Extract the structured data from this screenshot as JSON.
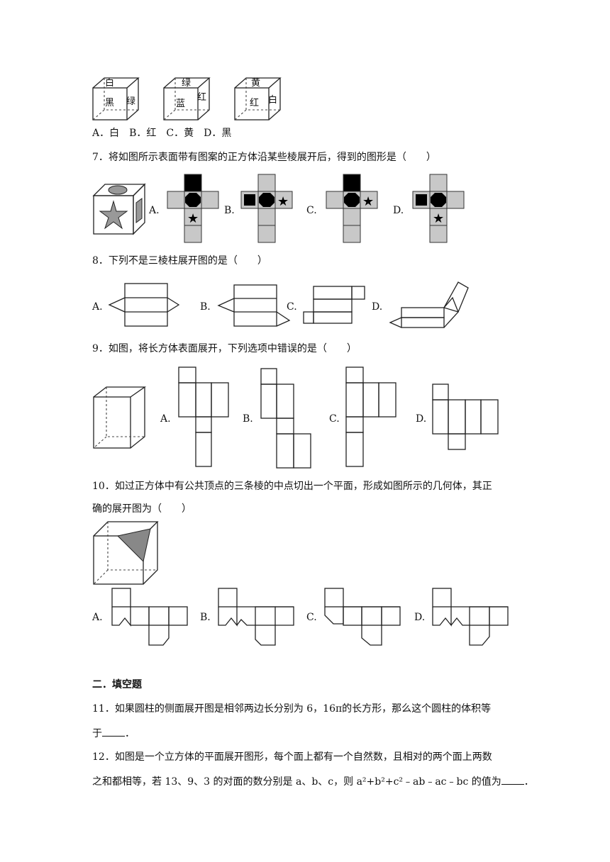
{
  "q6": {
    "cubes": [
      {
        "top": "白",
        "front": "黑",
        "side": "绿"
      },
      {
        "top": "绿",
        "front": "蓝",
        "side": "红"
      },
      {
        "top": "黄",
        "front": "红",
        "side": "白"
      }
    ],
    "options": "A．白　B．红　C．黄　D．黑"
  },
  "q7": {
    "stem": "7．将如图所示表面带有图案的正方体沿某些棱展开后，得到的图形是（　　）",
    "labels": [
      "A.",
      "B.",
      "C.",
      "D."
    ]
  },
  "q8": {
    "stem": "8．下列不是三棱柱展开图的是（　　）",
    "labels": [
      "A.",
      "B.",
      "C.",
      "D."
    ]
  },
  "q9": {
    "stem": "9．如图，将长方体表面展开，下列选项中错误的是（　　）",
    "labels": [
      "A.",
      "B.",
      "C.",
      "D."
    ]
  },
  "q10": {
    "stem_line1": "10．如过正方体中有公共顶点的三条棱的中点切出一个平面，形成如图所示的几何体，其正",
    "stem_line2": "确的展开图为（　　）",
    "labels": [
      "A.",
      "B.",
      "C.",
      "D."
    ]
  },
  "section2": "二．填空题",
  "q11": {
    "line1": "11．如果圆柱的侧面展开图是相邻两边长分别为 6，16π的长方形，那么这个圆柱的体积等",
    "line2": "于",
    "line2_end": "．"
  },
  "q12": {
    "line1": "12．如图是一个立方体的平面展开图形，每个面上都有一个自然数，且相对的两个面上两数",
    "line2": "之和都相等，若 13、9、3 的对面的数分别是 a、b、c，则 a²+b²+c²﹣ab﹣ac﹣bc 的值为",
    "line2_end": "．"
  }
}
